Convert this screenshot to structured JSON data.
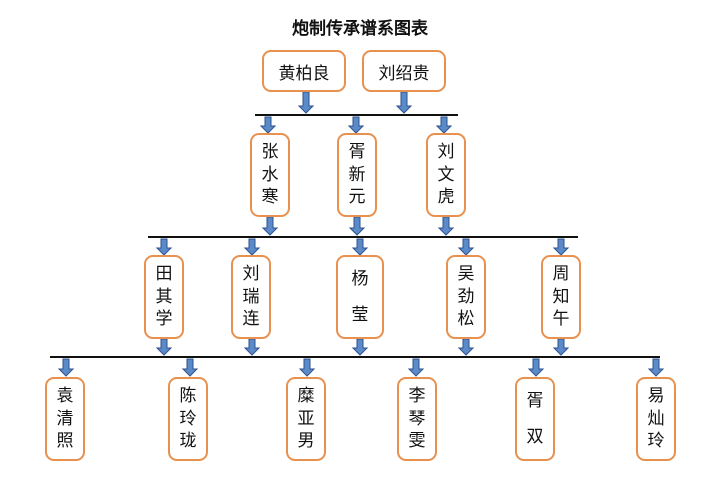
{
  "title": "炮制传承谱系图表",
  "colors": {
    "box_border": "#E8914F",
    "line": "#111111",
    "arrow_fill": "#5B8AC9",
    "arrow_stroke": "#2F528F"
  },
  "generations": [
    {
      "members": [
        {
          "name": "黄柏良"
        },
        {
          "name": "刘绍贵"
        }
      ]
    },
    {
      "members": [
        {
          "name": "张水寒"
        },
        {
          "name": "胥新元"
        },
        {
          "name": "刘文虎"
        }
      ]
    },
    {
      "members": [
        {
          "name": "田其学"
        },
        {
          "name": "刘瑞连"
        },
        {
          "name": "杨莹"
        },
        {
          "name": "吴劲松"
        },
        {
          "name": "周知午"
        }
      ]
    },
    {
      "members": [
        {
          "name": "袁清照"
        },
        {
          "name": "陈玲珑"
        },
        {
          "name": "糜亚男"
        },
        {
          "name": "李琴雯"
        },
        {
          "name": "胥双"
        },
        {
          "name": "易灿玲"
        }
      ]
    }
  ]
}
